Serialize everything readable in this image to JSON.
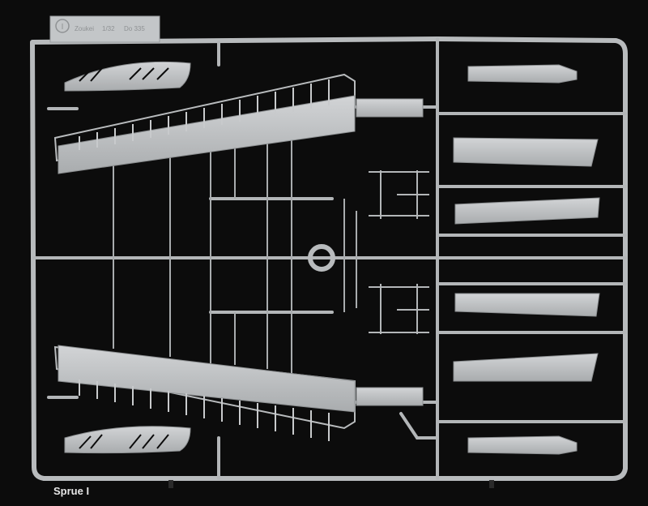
{
  "photo": {
    "caption": "Sprue I",
    "tab_markings": [
      "Zoukei",
      "1/32",
      "Do 335"
    ],
    "colors": {
      "background": "#0c0c0c",
      "plastic": "#b8bbbd",
      "plastic_light": "#d2d4d6",
      "plastic_shadow": "#8d9092"
    }
  }
}
